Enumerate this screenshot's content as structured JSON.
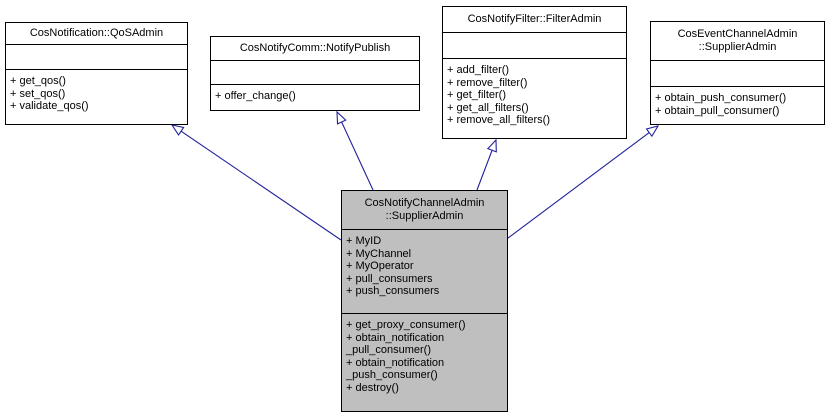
{
  "diagram": {
    "type": "uml-inheritance-graph",
    "edge_color": "#22229a",
    "node_background": "#ffffff",
    "highlight_background": "#bfbfbf",
    "classes": [
      {
        "name": "CosNotification::QoSAdmin",
        "title_lines": [
          "CosNotification::QoSAdmin"
        ],
        "attributes": [],
        "methods": [
          "+ get_qos()",
          "+ set_qos()",
          "+ validate_qos()"
        ]
      },
      {
        "name": "CosNotifyComm::NotifyPublish",
        "title_lines": [
          "CosNotifyComm::NotifyPublish"
        ],
        "attributes": [],
        "methods": [
          "+ offer_change()"
        ]
      },
      {
        "name": "CosNotifyFilter::FilterAdmin",
        "title_lines": [
          "CosNotifyFilter::FilterAdmin"
        ],
        "attributes": [],
        "methods": [
          "+ add_filter()",
          "+ remove_filter()",
          "+ get_filter()",
          "+ get_all_filters()",
          "+ remove_all_filters()"
        ]
      },
      {
        "name": "CosEventChannelAdmin::SupplierAdmin",
        "title_lines": [
          "CosEventChannelAdmin",
          "::SupplierAdmin"
        ],
        "attributes": [],
        "methods": [
          "+ obtain_push_consumer()",
          "+ obtain_pull_consumer()"
        ]
      },
      {
        "name": "CosNotifyChannelAdmin::SupplierAdmin",
        "title_lines": [
          "CosNotifyChannelAdmin",
          "::SupplierAdmin"
        ],
        "attributes": [
          "+ MyID",
          "+ MyChannel",
          "+ MyOperator",
          "+ pull_consumers",
          "+ push_consumers"
        ],
        "methods": [
          "+ get_proxy_consumer()",
          "+ obtain_notification",
          "_pull_consumer()",
          "+ obtain_notification",
          "_push_consumer()",
          "+ destroy()"
        ]
      }
    ],
    "relations": [
      {
        "from": "CosNotifyChannelAdmin::SupplierAdmin",
        "to": "CosNotification::QoSAdmin",
        "kind": "inheritance"
      },
      {
        "from": "CosNotifyChannelAdmin::SupplierAdmin",
        "to": "CosNotifyComm::NotifyPublish",
        "kind": "inheritance"
      },
      {
        "from": "CosNotifyChannelAdmin::SupplierAdmin",
        "to": "CosNotifyFilter::FilterAdmin",
        "kind": "inheritance"
      },
      {
        "from": "CosNotifyChannelAdmin::SupplierAdmin",
        "to": "CosEventChannelAdmin::SupplierAdmin",
        "kind": "inheritance"
      }
    ]
  }
}
